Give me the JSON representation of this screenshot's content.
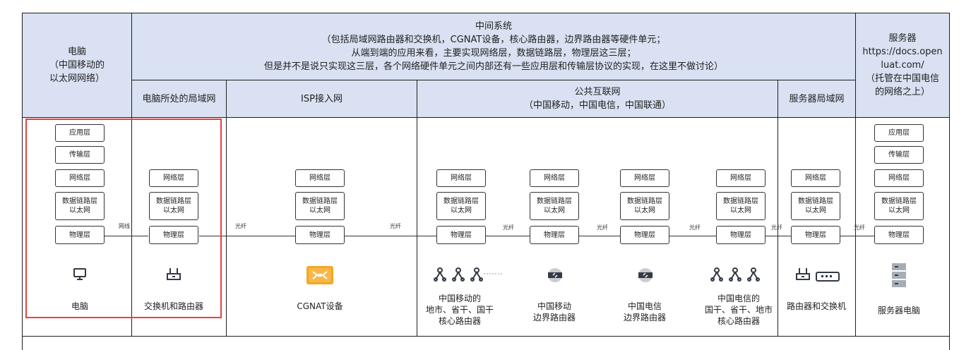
{
  "header": {
    "pc": "电脑\n（中国移动的\n以太网网络）",
    "middle": "中间系统\n（包括局域网路由器和交换机，CGNAT设备，核心路由器，边界路由器等硬件单元；\n从端到端的应用来看，主要实现网络层，数据链路层，物理层这三层；\n但是并不是说只实现这三层，各个网络硬件单元之间内部还有一些应用层和传输层协议的实现，在这里不做讨论）",
    "server": "服务器\nhttps://docs.open\nluat.com/\n（托管在中国电信\n的网络之上）",
    "sub_lan": "电脑所处的局域网",
    "sub_isp": "ISP接入网",
    "sub_public": "公共互联网\n（中国移动，中国电信，中国联通）",
    "sub_server_lan": "服务器局域网"
  },
  "layers": {
    "app": "应用层",
    "transport": "传输层",
    "network": "网络层",
    "datalink": "数据链路层\n以太网",
    "physical": "物理层"
  },
  "links": {
    "cable": "网线",
    "fiber": "光纤"
  },
  "devices": {
    "pc": "电脑",
    "switch_router": "交换机和路由器",
    "cgnat": "CGNAT设备",
    "cm_core": "中国移动的\n地市、省干、国干\n核心路由器",
    "cm_border": "中国移动\n边界路由器",
    "ct_border": "中国电信\n边界路由器",
    "ct_core": "中国电信的\n国干、省干、地市\n核心路由器",
    "router_switch": "路由器和交换机",
    "server_pc": "服务器电脑"
  },
  "colors": {
    "header_fill": "#d9e1f2",
    "highlight": "#e8413e",
    "cgnat_orange": "#f5a623",
    "icon_dark": "#333a45"
  }
}
